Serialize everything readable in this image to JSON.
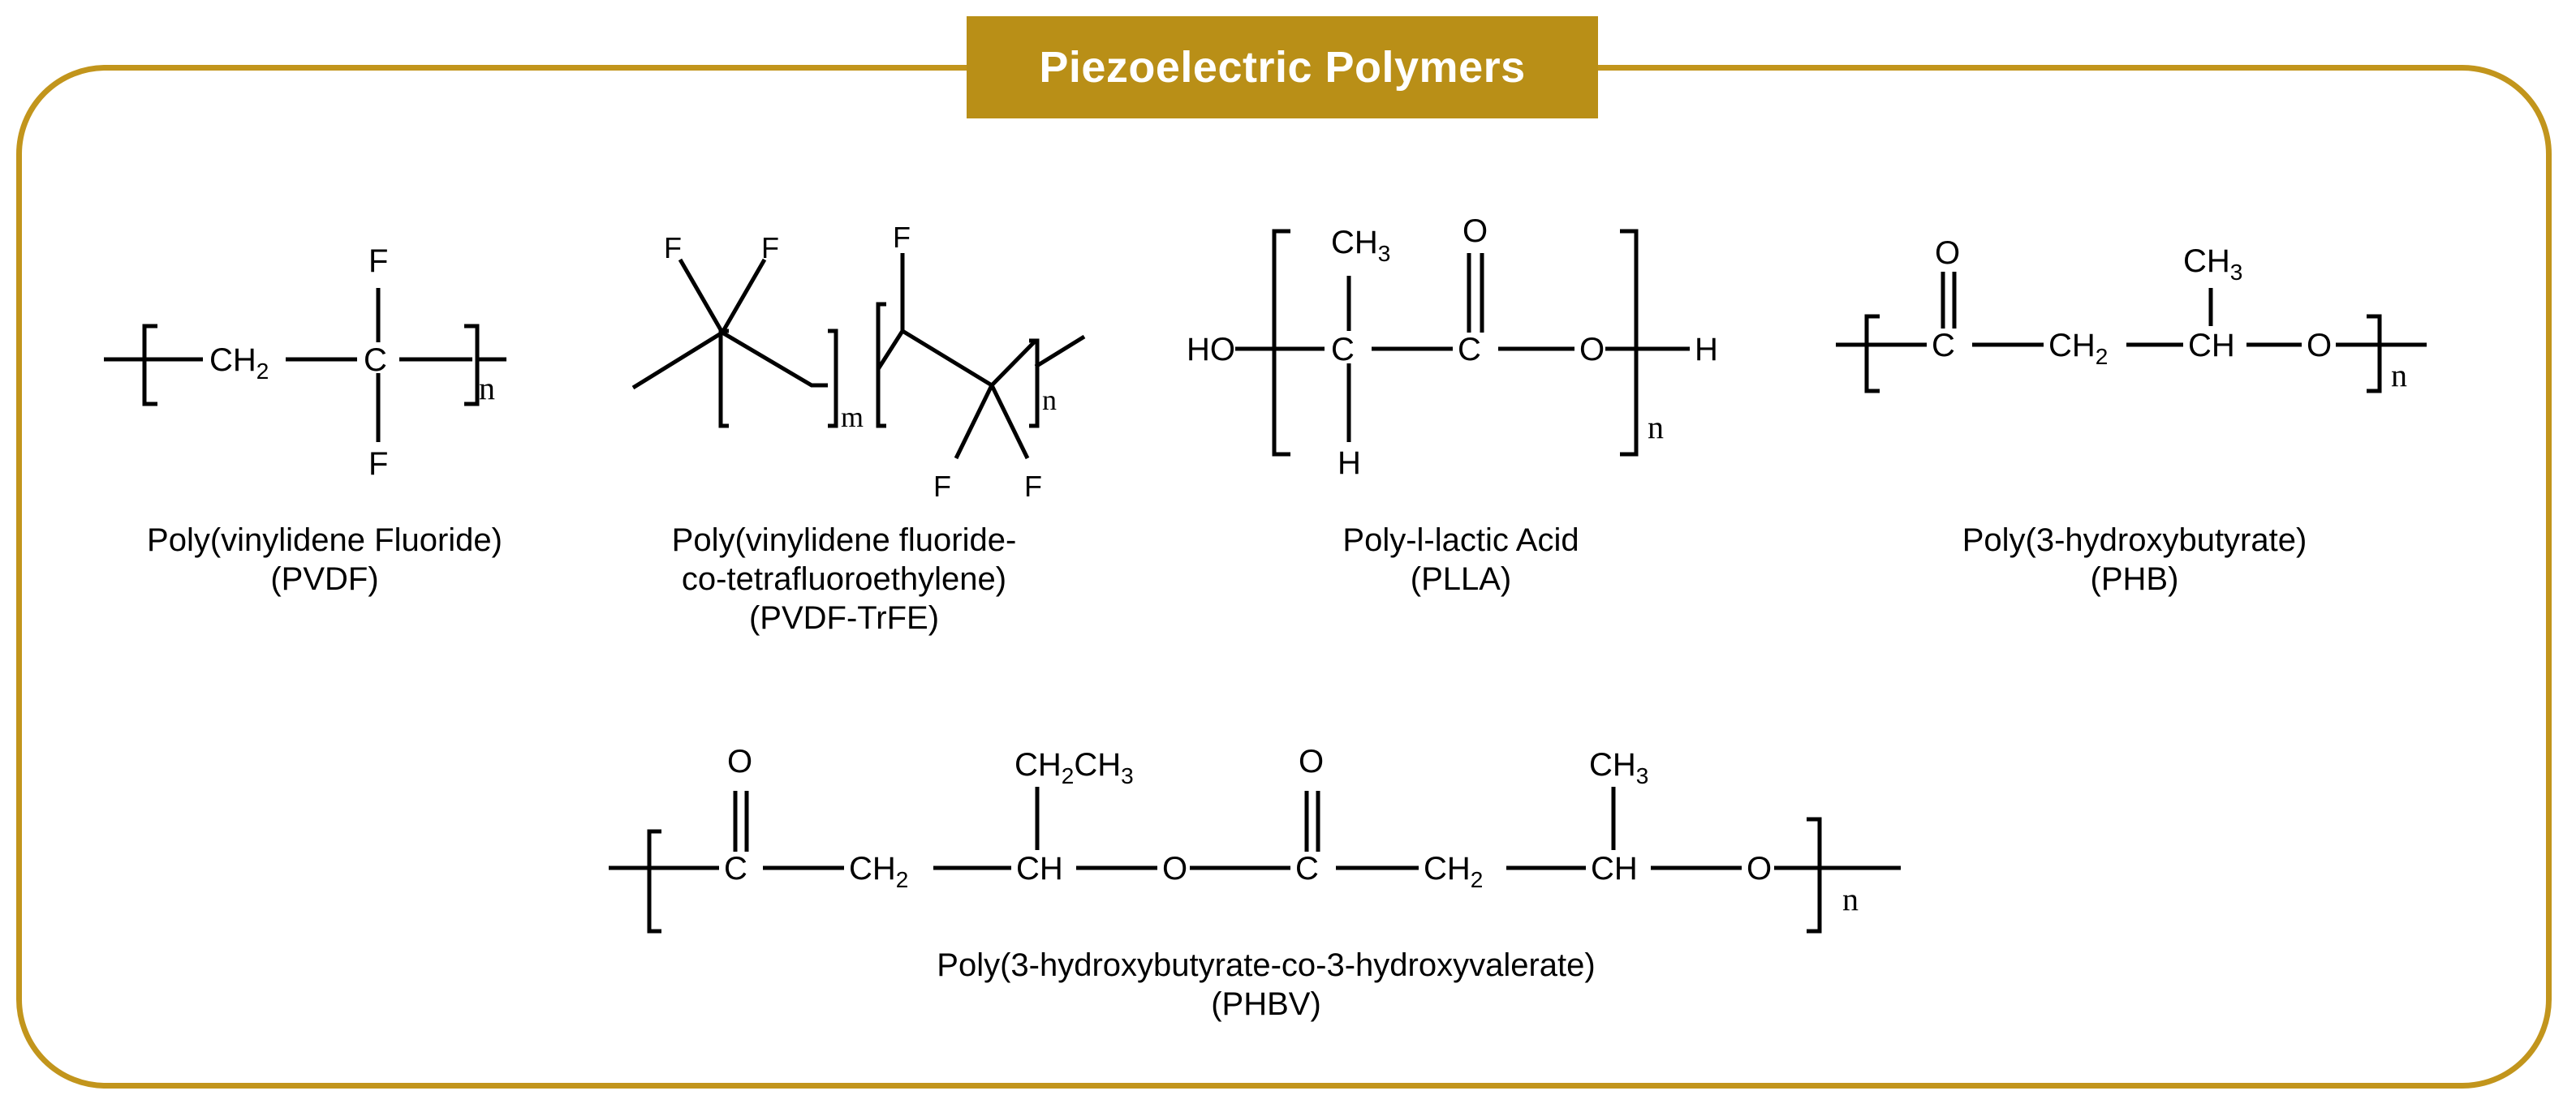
{
  "title": "Piezoelectric Polymers",
  "colors": {
    "accent": "#b98f17",
    "border": "#c2951c"
  },
  "polymers": [
    {
      "name_line1": "Poly(vinylidene Fluoride)",
      "name_line2": "(PVDF)"
    },
    {
      "name_line1": "Poly(vinylidene fluoride-",
      "name_line2": "co-tetrafluoroethylene)",
      "name_line3": "(PVDF-TrFE)"
    },
    {
      "name_line1": "Poly-l-lactic Acid",
      "name_line2": "(PLLA)"
    },
    {
      "name_line1": "Poly(3-hydroxybutyrate)",
      "name_line2": "(PHB)"
    },
    {
      "name_line1": "Poly(3-hydroxybutyrate-co-3-hydroxyvalerate)",
      "name_line2": "(PHBV)"
    }
  ],
  "atoms": {
    "F": "F",
    "C": "C",
    "O": "O",
    "H": "H",
    "HO": "HO",
    "CH": "CH",
    "CH2": "CH",
    "CH3": "CH",
    "sub2": "2",
    "sub3": "3",
    "n": "n",
    "m": "m",
    "CH2CH3_a": "CH",
    "CH2CH3_b": "CH"
  }
}
